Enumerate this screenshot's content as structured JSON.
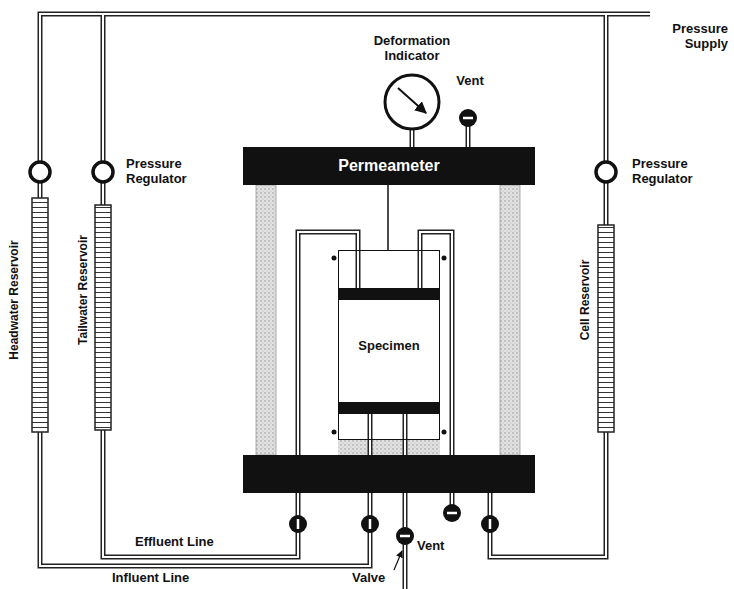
{
  "diagram": {
    "nodes": [
      {
        "text": [
          "Permeameter"
        ]
      },
      {
        "text": [
          "Specimen"
        ]
      }
    ],
    "labels": [
      "Pressure Supply",
      "Deformation Indicator",
      "Vent",
      "Pressure Regulator",
      "Pressure Regulator",
      "Headwater Reservoir",
      "Tailwater Reservoir",
      "Cell Reservoir",
      "Effluent Line",
      "Vent",
      "Influent Line",
      "Valve"
    ]
  }
}
